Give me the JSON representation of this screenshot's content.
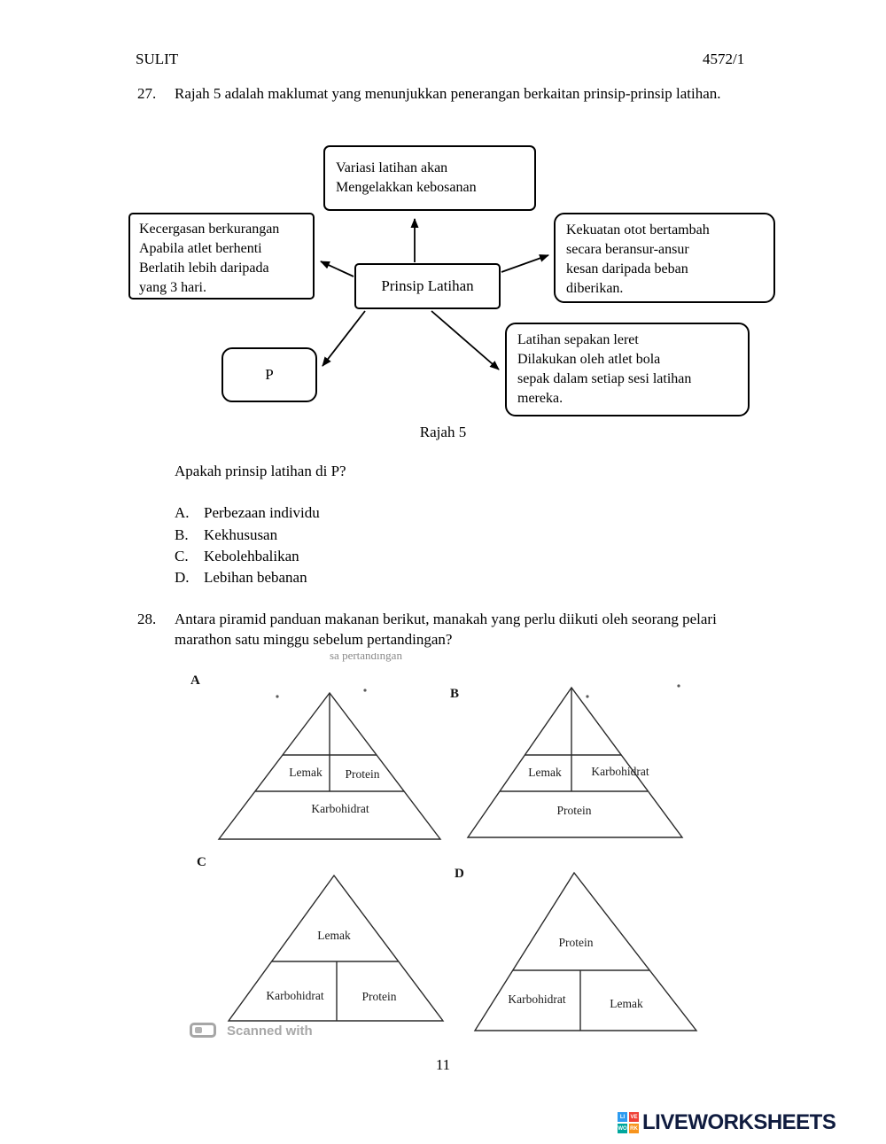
{
  "header": {
    "left": "SULIT",
    "right": "4572/1"
  },
  "q27": {
    "number": "27.",
    "text": "Rajah 5 adalah maklumat yang menunjukkan penerangan berkaitan prinsip-prinsip latihan.",
    "diagram": {
      "top_box": "Variasi latihan akan\nMengelakkan kebosanan",
      "left_box": "Kecergasan berkurangan\nApabila atlet berhenti\nBerlatih lebih daripada\nyang 3 hari.",
      "center_box": "Prinsip Latihan",
      "right_box": "Kekuatan otot bertambah\nsecara beransur-ansur\nkesan daripada beban\ndiberikan.",
      "p_box": "P",
      "bottom_right_box": "Latihan sepakan leret\nDilakukan oleh atlet bola\nsepak dalam setiap sesi latihan\nmereka.",
      "caption": "Rajah 5"
    },
    "question": "Apakah prinsip latihan di P?",
    "options": [
      {
        "label": "A.",
        "text": "Perbezaan individu"
      },
      {
        "label": "B.",
        "text": "Kekhususan"
      },
      {
        "label": "C.",
        "text": "Kebolehbalikan"
      },
      {
        "label": "D.",
        "text": "Lebihan bebanan"
      }
    ]
  },
  "q28": {
    "number": "28.",
    "text": "Antara piramid panduan makanan berikut, manakah yang perlu diikuti oleh seorang pelari marathon satu minggu sebelum pertandingan?",
    "scan_fragment": "sa pertandingan",
    "pyramids": {
      "a": {
        "label": "A",
        "mid_left": "Lemak",
        "mid_right": "Protein",
        "bottom": "Karbohidrat"
      },
      "b": {
        "label": "B",
        "mid_left": "Lemak",
        "mid_right": "Karbohidrat",
        "bottom": "Protein"
      },
      "c": {
        "label": "C",
        "top": "Lemak",
        "bottom_left": "Karbohidrat",
        "bottom_right": "Protein"
      },
      "d": {
        "label": "D",
        "top": "Protein",
        "bottom_left": "Karbohidrat",
        "bottom_right": "Lemak"
      }
    }
  },
  "footer": {
    "scanned_with": "Scanned with",
    "page_number": "11",
    "logo": {
      "text": "LIVEWORKSHEETS",
      "tiles": [
        {
          "text": "LI",
          "color": "#2d9bf0"
        },
        {
          "text": "VE",
          "color": "#ef4136"
        },
        {
          "text": "WO",
          "color": "#00a79d"
        },
        {
          "text": "RK",
          "color": "#f7941d"
        }
      ]
    }
  },
  "colors": {
    "ink": "#000000",
    "scan_gray": "#a8a8a8",
    "logo_text": "#101c3f"
  }
}
